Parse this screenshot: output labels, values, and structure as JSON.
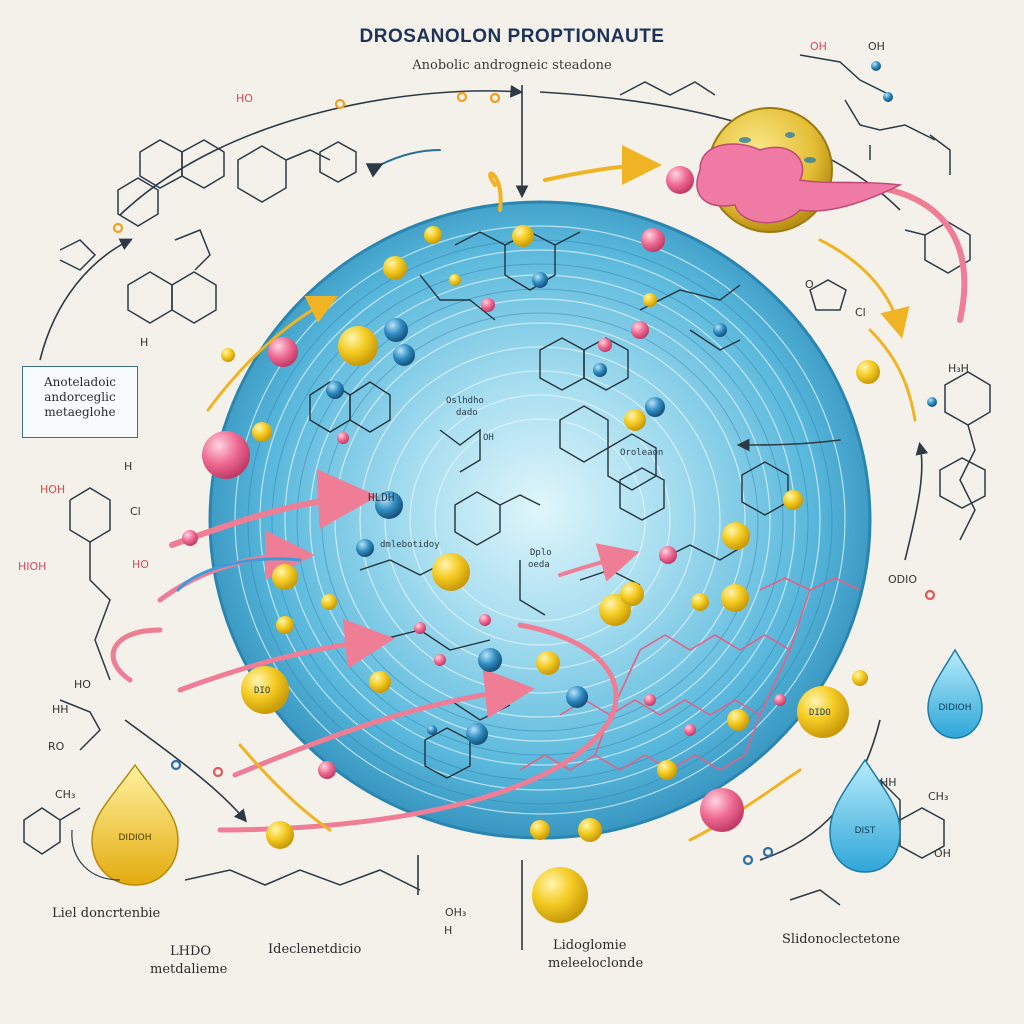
{
  "header": {
    "title": "DROSANOLON PROPTIONAUTE",
    "subtitle": "Anobolic androgneic steadone"
  },
  "side_box": {
    "lines": [
      "Anoteladoic",
      "andorceglic",
      "metaeglohe"
    ]
  },
  "bottom_labels": {
    "left_drop_label": "Liel doncrtenbie",
    "ldo_line1": "LHDO",
    "ldo_line2": "metdalieme",
    "center_left": "Ideclenetdicio",
    "center_line1": "Lidoglomie",
    "center_line2": "meleeloclonde",
    "right": "Slidonoclectetone"
  },
  "drops": {
    "yellow_drop": "DIDIOH",
    "blue_small_drop": "DIDIOH",
    "blue_large_drop": "DIST"
  },
  "inner_labels": {
    "a": "Oslhdho",
    "b": "dado",
    "c": "OH",
    "d": "HLDH",
    "e": "dmlebotidoy",
    "f": "Dplo",
    "g": "oeda",
    "h": "Oroleaon"
  },
  "ball_labels": [
    "DIO",
    "DIDO"
  ],
  "chem_labels": {
    "ho_top": "HO",
    "oh_top_right_1": "OH",
    "oh_top_right_2": "OH",
    "hoh_left": "HOH",
    "hioh_left": "HIOH",
    "ho_left_mid": "HO",
    "ho_left_low": "HO",
    "hh_left": "HH",
    "ro_left": "RO",
    "ch_left": "CH₃",
    "h_left_1": "H",
    "h_left_2": "H",
    "cl_left": "Cl",
    "o_top_right": "O",
    "cl_right": "Cl",
    "hh_right": "H₃H",
    "oh_bottom": "OH₃",
    "h_bottom": "H",
    "ch_right": "CH₃",
    "hh_right_low": "HH",
    "oh_right_low": "OH",
    "odio_right": "ODIO"
  },
  "colors": {
    "disc_outer": "#3a9cc4",
    "disc_inner": "#c9eef7",
    "yellow_ball": "#f3c51c",
    "pink_ball": "#ef6b93",
    "blue_ball": "#2f8cc3",
    "pink_arrow": "#ef7d96",
    "orange_arrow": "#f0b323",
    "line": "#2d3a46"
  }
}
